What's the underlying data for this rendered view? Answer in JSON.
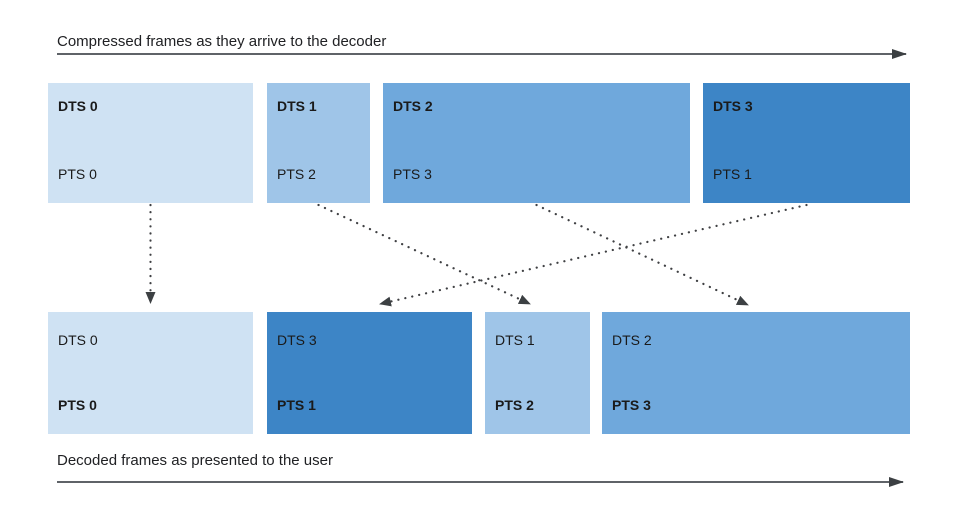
{
  "top_axis": {
    "label": "Compressed frames as they arrive to the decoder"
  },
  "bottom_axis": {
    "label": "Decoded frames as presented to the user"
  },
  "colors": {
    "light": "#cfe2f3",
    "medium_light": "#9fc5e8",
    "medium": "#6fa8dc",
    "dark": "#3d85c6",
    "arrow_gray": "#5f6368",
    "arrowhead": "#3c4043",
    "text": "#202124"
  },
  "top_row": {
    "frames": [
      {
        "dts": "DTS 0",
        "pts": "PTS 0"
      },
      {
        "dts": "DTS 1",
        "pts": "PTS 2"
      },
      {
        "dts": "DTS 2",
        "pts": "PTS 3"
      },
      {
        "dts": "DTS 3",
        "pts": "PTS 1"
      }
    ]
  },
  "bottom_row": {
    "frames": [
      {
        "dts": "DTS 0",
        "pts": "PTS 0"
      },
      {
        "dts": "DTS 3",
        "pts": "PTS 1"
      },
      {
        "dts": "DTS 1",
        "pts": "PTS 2"
      },
      {
        "dts": "DTS 2",
        "pts": "PTS 3"
      }
    ]
  },
  "connections": [
    {
      "from": "top frame DTS 0 / PTS 0",
      "to": "bottom slot 1 (PTS 0)"
    },
    {
      "from": "top frame DTS 1 / PTS 2",
      "to": "bottom slot 3 (PTS 2)"
    },
    {
      "from": "top frame DTS 2 / PTS 3",
      "to": "bottom slot 4 (PTS 3)"
    },
    {
      "from": "top frame DTS 3 / PTS 1",
      "to": "bottom slot 2 (PTS 1)"
    }
  ]
}
